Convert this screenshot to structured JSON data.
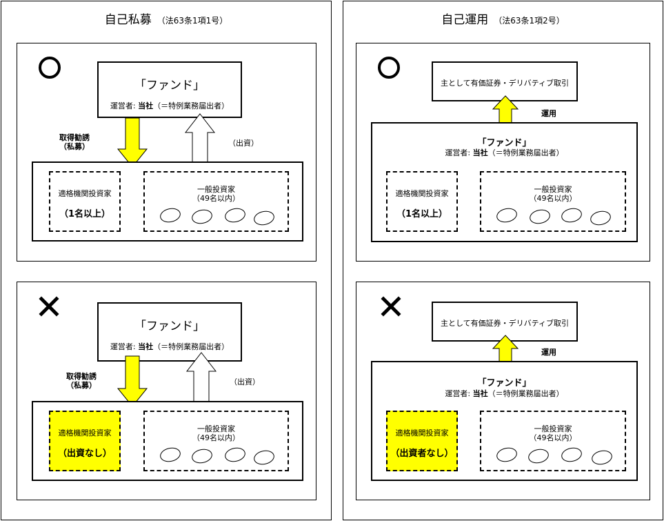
{
  "colors": {
    "highlight": "#ffff00",
    "border": "#000000",
    "up_arrow_light": "#ffffff"
  },
  "left": {
    "title": "自己私募",
    "ref": "（法63条1項1号）",
    "ok_panel": {
      "mark": "circle-mark",
      "fund": {
        "name": "「ファンド」",
        "operator_prefix": "運営者: ",
        "operator_bold": "当社",
        "operator_suffix": "（＝特例業務届出者）"
      },
      "solicit_label": [
        "取得勧誘",
        "（私募）"
      ],
      "invest_label": "（出資）",
      "qii": {
        "label": "適格機関投資家",
        "note": "（1名以上）"
      },
      "general": {
        "label": "一般投資家",
        "note": "（49名以内）"
      }
    },
    "ng_panel": {
      "mark": "cross-mark",
      "fund": {
        "name": "「ファンド」",
        "operator_prefix": "運営者: ",
        "operator_bold": "当社",
        "operator_suffix": "（＝特例業務届出者）"
      },
      "solicit_label": [
        "取得勧誘",
        "（私募）"
      ],
      "invest_label": "（出資）",
      "qii": {
        "label": "適格機関投資家",
        "note": "（出資なし）"
      },
      "general": {
        "label": "一般投資家",
        "note": "（49名以内）"
      }
    }
  },
  "right": {
    "title": "自己運用",
    "ref": "（法63条1項2号）",
    "ok_panel": {
      "mark": "circle-mark",
      "target": "主として有価証券・デリバティブ取引",
      "manage_label": "運用",
      "fund": {
        "name": "「ファンド」",
        "operator_prefix": "運営者: ",
        "operator_bold": "当社",
        "operator_suffix": "（＝特例業務届出者）"
      },
      "qii": {
        "label": "適格機関投資家",
        "note": "（1名以上）"
      },
      "general": {
        "label": "一般投資家",
        "note": "（49名以内）"
      }
    },
    "ng_panel": {
      "mark": "cross-mark",
      "target": "主として有価証券・デリバティブ取引",
      "manage_label": "運用",
      "fund": {
        "name": "「ファンド」",
        "operator_prefix": "運営者: ",
        "operator_bold": "当社",
        "operator_suffix": "（＝特例業務届出者）"
      },
      "qii": {
        "label": "適格機関投資家",
        "note": "（出資者なし）"
      },
      "general": {
        "label": "一般投資家",
        "note": "（49名以内）"
      }
    }
  }
}
